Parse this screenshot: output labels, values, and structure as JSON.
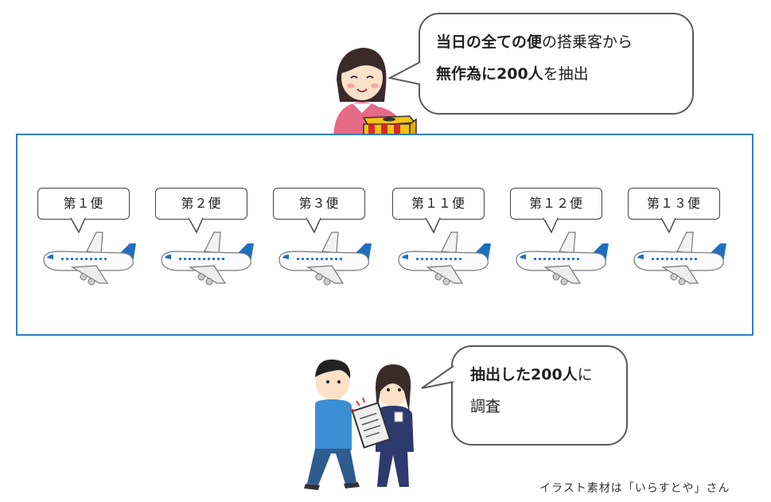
{
  "top_bubble": {
    "line1": [
      {
        "text": "当日の全ての便",
        "bold": true
      },
      {
        "text": "の搭乗客から",
        "bold": false
      }
    ],
    "line2": [
      {
        "text": "無作為に200人",
        "bold": true
      },
      {
        "text": "を抽出",
        "bold": false
      }
    ]
  },
  "flights": [
    "第１便",
    "第２便",
    "第３便",
    "第１１便",
    "第１２便",
    "第１３便"
  ],
  "bottom_bubble": {
    "line1": [
      {
        "text": "抽出した200人",
        "bold": true
      },
      {
        "text": "に",
        "bold": false
      }
    ],
    "line2": [
      {
        "text": "調査",
        "bold": false
      }
    ]
  },
  "credit": "イラスト素材は「いらすとや」さん",
  "colors": {
    "panel_border": "#2f7fc0",
    "plane_tail": "#1f6fc0",
    "box_red": "#d42a1e",
    "box_yellow": "#f3c316"
  }
}
